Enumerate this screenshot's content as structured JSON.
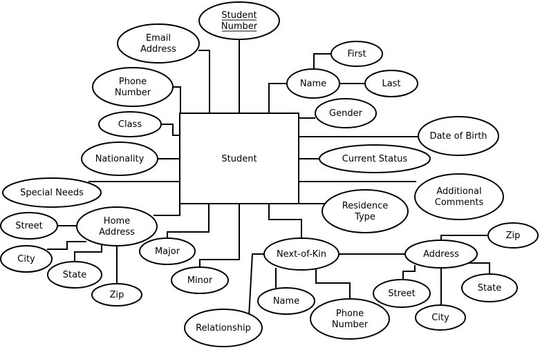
{
  "entity": {
    "label": "Student"
  },
  "attributes": {
    "student_number": {
      "lines": [
        "Student",
        "Number"
      ]
    },
    "email_address": {
      "lines": [
        "Email",
        "Address"
      ]
    },
    "phone_number": {
      "lines": [
        "Phone",
        "Number"
      ]
    },
    "class": {
      "lines": [
        "Class"
      ]
    },
    "nationality": {
      "lines": [
        "Nationality"
      ]
    },
    "special_needs": {
      "lines": [
        "Special Needs"
      ]
    },
    "home_address": {
      "lines": [
        "Home",
        "Address"
      ]
    },
    "home_street": {
      "lines": [
        "Street"
      ]
    },
    "home_city": {
      "lines": [
        "City"
      ]
    },
    "home_state": {
      "lines": [
        "State"
      ]
    },
    "home_zip": {
      "lines": [
        "Zip"
      ]
    },
    "major": {
      "lines": [
        "Major"
      ]
    },
    "minor": {
      "lines": [
        "Minor"
      ]
    },
    "name": {
      "lines": [
        "Name"
      ]
    },
    "first": {
      "lines": [
        "First"
      ]
    },
    "last": {
      "lines": [
        "Last"
      ]
    },
    "gender": {
      "lines": [
        "Gender"
      ]
    },
    "date_of_birth": {
      "lines": [
        "Date of Birth"
      ]
    },
    "current_status": {
      "lines": [
        "Current Status"
      ]
    },
    "additional_comments": {
      "lines": [
        "Additional",
        "Comments"
      ]
    },
    "residence_type": {
      "lines": [
        "Residence",
        "Type"
      ]
    },
    "next_of_kin": {
      "lines": [
        "Next-of-Kin"
      ]
    },
    "relationship": {
      "lines": [
        "Relationship"
      ]
    },
    "nok_name": {
      "lines": [
        "Name"
      ]
    },
    "nok_phone": {
      "lines": [
        "Phone",
        "Number"
      ]
    },
    "nok_address": {
      "lines": [
        "Address"
      ]
    },
    "nok_zip": {
      "lines": [
        "Zip"
      ]
    },
    "nok_street": {
      "lines": [
        "Street"
      ]
    },
    "nok_city": {
      "lines": [
        "City"
      ]
    },
    "nok_state": {
      "lines": [
        "State"
      ]
    }
  }
}
